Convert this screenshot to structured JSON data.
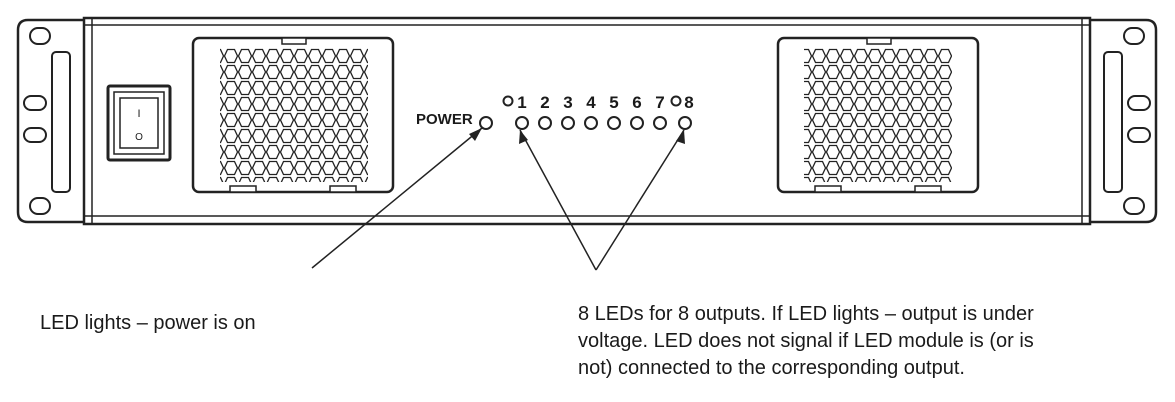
{
  "panel": {
    "power_label": "POWER",
    "power_switch_marks": [
      "I",
      "O"
    ],
    "output_leds": [
      {
        "label": "1"
      },
      {
        "label": "2"
      },
      {
        "label": "3"
      },
      {
        "label": "4"
      },
      {
        "label": "5"
      },
      {
        "label": "6"
      },
      {
        "label": "7"
      },
      {
        "label": "8"
      }
    ]
  },
  "callouts": {
    "power_led": "LED lights – power is on",
    "output_leds_lines": [
      "8 LEDs for 8 outputs. If LED lights – output is under",
      "voltage. LED does not signal if LED module is (or is",
      "not) connected to the corresponding output."
    ]
  }
}
